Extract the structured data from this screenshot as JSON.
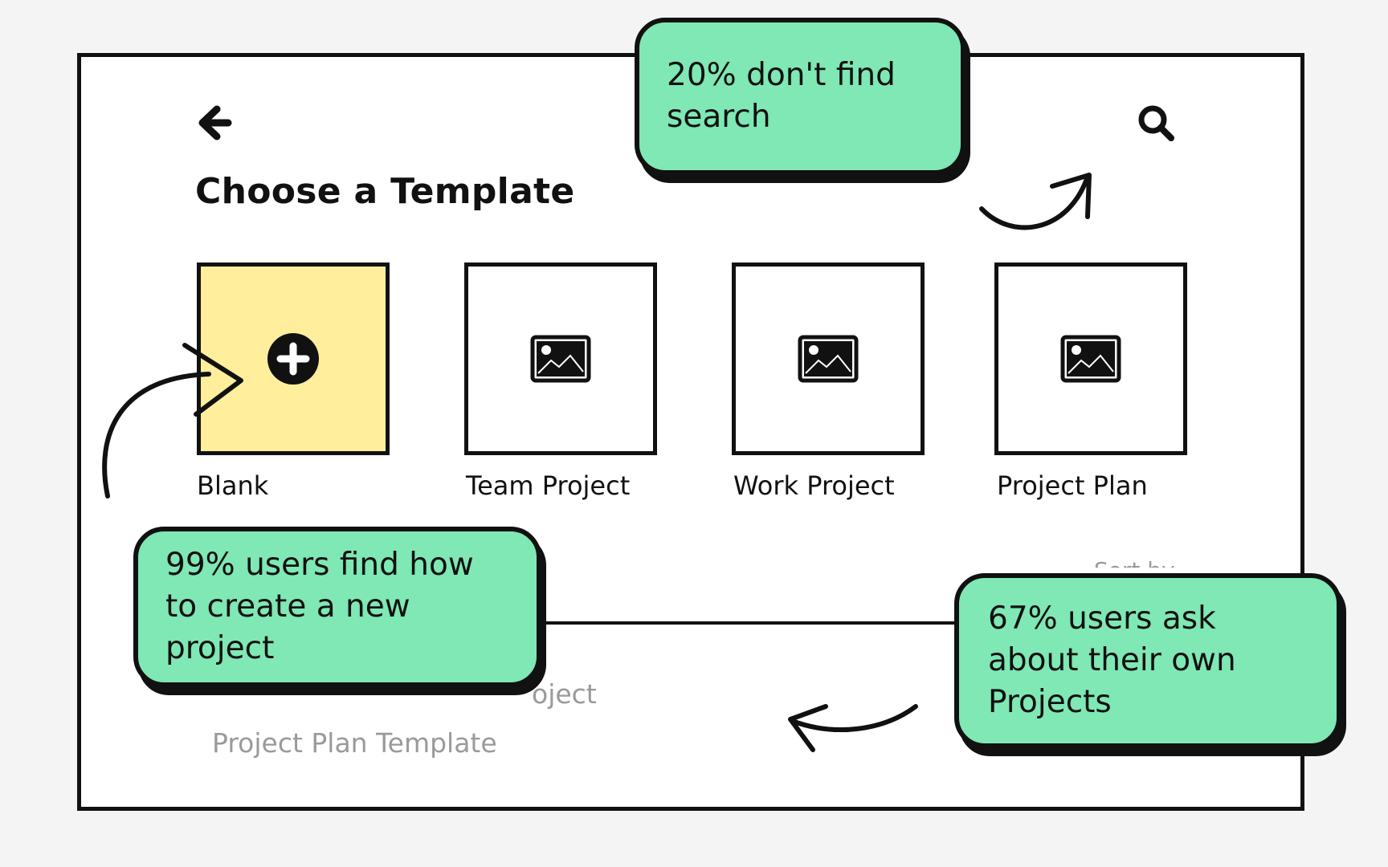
{
  "header": {
    "back_icon": "arrow-left-icon",
    "search_icon": "search-icon",
    "title": "Choose a Template"
  },
  "templates": [
    {
      "label": "Blank",
      "icon": "plus-circle-icon",
      "highlight": "#ffef9d"
    },
    {
      "label": "Team Project",
      "icon": "image-icon"
    },
    {
      "label": "Work Project",
      "icon": "image-icon"
    },
    {
      "label": "Project Plan",
      "icon": "image-icon"
    }
  ],
  "faded_text": {
    "partial_top": "Sort by",
    "partial_item": "oject",
    "template_link": "Project Plan Template"
  },
  "annotations": {
    "search_note": "20% don't find search",
    "create_note": "99% users find how to create a new project",
    "own_projects_note": "67% users ask about their own Projects"
  },
  "colors": {
    "note_fill": "#7fe8b5",
    "blank_tile_fill": "#ffef9d",
    "ink": "#111111",
    "faded_text": "#9a9a9a"
  }
}
